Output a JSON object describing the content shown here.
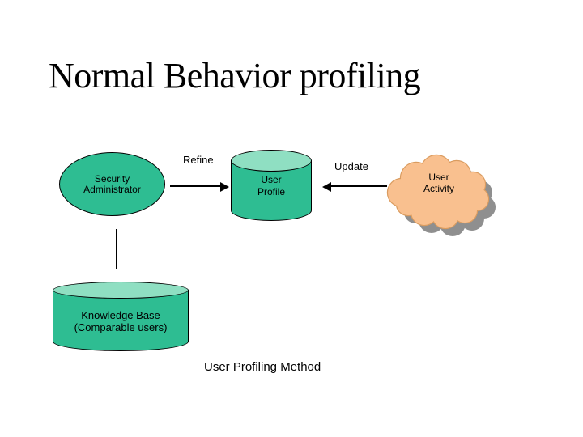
{
  "slide": {
    "title": "Normal Behavior profiling",
    "caption": "User Profiling Method"
  },
  "labels": {
    "refine": "Refine",
    "update": "Update"
  },
  "shapes": {
    "security_admin": {
      "line1": "Security",
      "line2": "Administrator"
    },
    "user_profile": {
      "line1": "User",
      "line2": "Profile"
    },
    "user_activity": {
      "line1": "User",
      "line2": "Activity"
    },
    "knowledge_base": {
      "line1": "Knowledge Base",
      "line2": "(Comparable users)"
    }
  },
  "colors": {
    "background": "#ffffff",
    "text": "#000000",
    "shape_green": "#2ebd92",
    "shape_green_light": "#8fdfc2",
    "cloud_fill": "#f9c08f",
    "cloud_outline": "#da9c60",
    "cloud_shadow": "#8f8f8f"
  }
}
